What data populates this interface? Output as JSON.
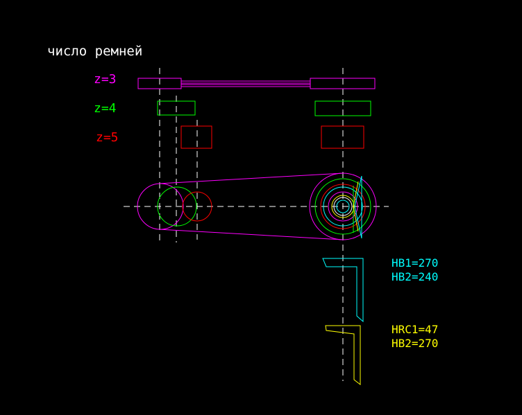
{
  "title": "число ремней",
  "colors": {
    "background": "#000000",
    "white": "#ffffff",
    "magenta": "#ff00ff",
    "green": "#00ff00",
    "red": "#ff0000",
    "cyan": "#00ffff",
    "yellow": "#ffff00"
  },
  "belt_options": [
    {
      "label": "z=3",
      "color": "#ff00ff"
    },
    {
      "label": "z=4",
      "color": "#00ff00"
    },
    {
      "label": "z=5",
      "color": "#ff0000"
    }
  ],
  "hardness_options": [
    {
      "line1": "HB1=270",
      "line2": "HB2=240",
      "color": "#00ffff"
    },
    {
      "line1": "HRC1=47",
      "line2": "HB2=270",
      "color": "#ffff00"
    }
  ]
}
